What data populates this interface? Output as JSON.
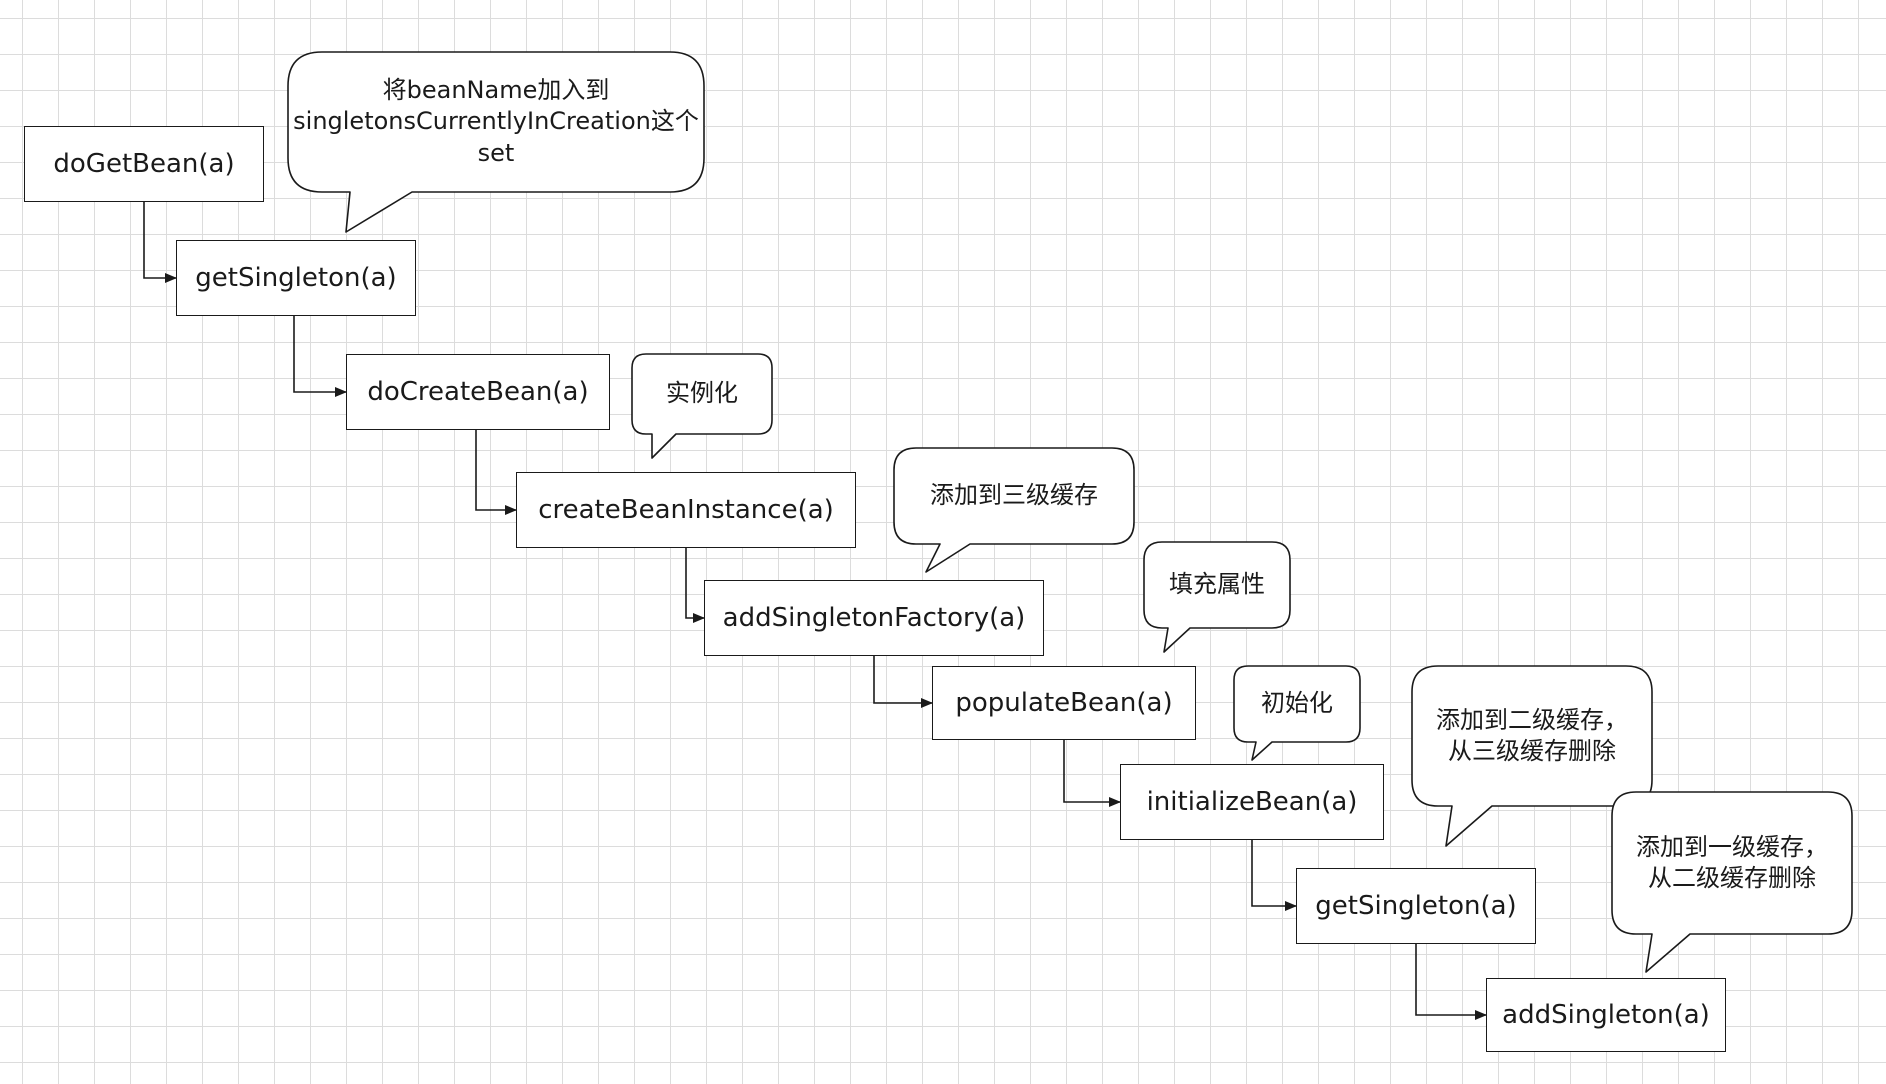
{
  "colors": {
    "stroke": "#1a1a1a",
    "fill": "#ffffff",
    "grid": "#dcdcdc"
  },
  "nodes": [
    {
      "id": "n1",
      "label": "doGetBean(a)"
    },
    {
      "id": "n2",
      "label": "getSingleton(a)"
    },
    {
      "id": "n3",
      "label": "doCreateBean(a)"
    },
    {
      "id": "n4",
      "label": "createBeanInstance(a)"
    },
    {
      "id": "n5",
      "label": "addSingletonFactory(a)"
    },
    {
      "id": "n6",
      "label": "populateBean(a)"
    },
    {
      "id": "n7",
      "label": "initializeBean(a)"
    },
    {
      "id": "n8",
      "label": "getSingleton(a)"
    },
    {
      "id": "n9",
      "label": "addSingleton(a)"
    }
  ],
  "edges": [
    {
      "from": "n1",
      "to": "n2"
    },
    {
      "from": "n2",
      "to": "n3"
    },
    {
      "from": "n3",
      "to": "n4"
    },
    {
      "from": "n4",
      "to": "n5"
    },
    {
      "from": "n5",
      "to": "n6"
    },
    {
      "from": "n6",
      "to": "n7"
    },
    {
      "from": "n7",
      "to": "n8"
    },
    {
      "from": "n8",
      "to": "n9"
    }
  ],
  "callouts": [
    {
      "id": "c1",
      "lines": [
        "将beanName加入到",
        "singletonsCurrentlyInCreation这个",
        "set"
      ]
    },
    {
      "id": "c2",
      "lines": [
        "实例化"
      ]
    },
    {
      "id": "c3",
      "lines": [
        "添加到三级缓存"
      ]
    },
    {
      "id": "c4",
      "lines": [
        "填充属性"
      ]
    },
    {
      "id": "c5",
      "lines": [
        "初始化"
      ]
    },
    {
      "id": "c6",
      "lines": [
        "添加到二级缓存，",
        "从三级缓存删除"
      ]
    },
    {
      "id": "c7",
      "lines": [
        "添加到一级缓存，",
        "从二级缓存删除"
      ]
    }
  ]
}
